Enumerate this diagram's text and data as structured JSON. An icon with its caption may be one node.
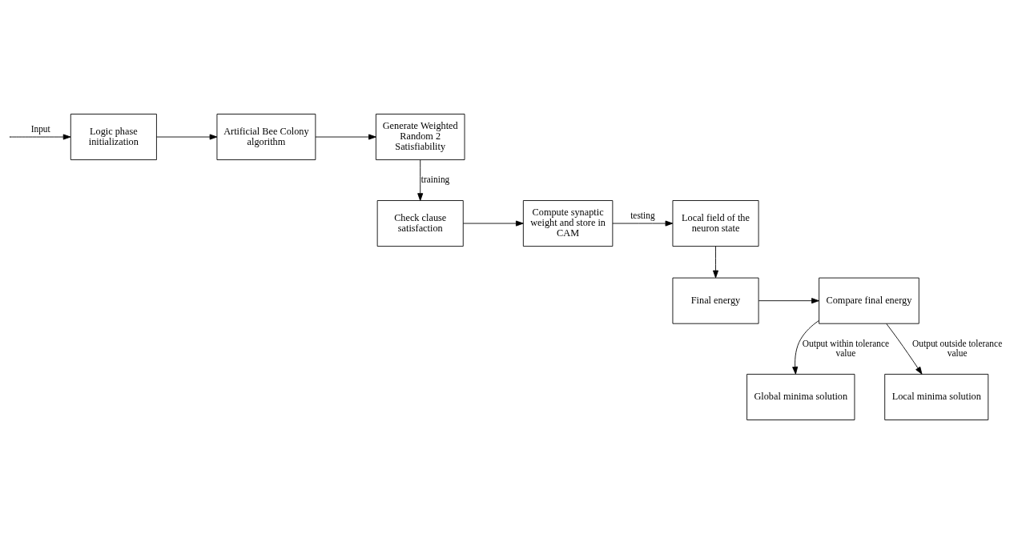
{
  "diagram": {
    "nodes": [
      {
        "text": [
          "Logic phase initialization"
        ]
      },
      {
        "text": [
          "Artificial Bee Colony algorithm"
        ]
      },
      {
        "text": [
          "Generate Weighted Random 2 Satisfiability"
        ]
      },
      {
        "text": [
          "Check clause satisfaction"
        ]
      },
      {
        "text": [
          "Compute synaptic weight and store in CAM"
        ]
      },
      {
        "text": [
          "Local field of the neuron state"
        ]
      },
      {
        "text": [
          "Final energy"
        ]
      },
      {
        "text": [
          "Compare final energy"
        ]
      },
      {
        "text": [
          "Global minima solution"
        ]
      },
      {
        "text": [
          "Local minima solution"
        ]
      }
    ],
    "edges": [
      {
        "from": null,
        "to": 0,
        "arrow": "to",
        "label": "Input"
      },
      {
        "from": 0,
        "to": 1,
        "arrow": "to"
      },
      {
        "from": 1,
        "to": 2,
        "arrow": "to"
      },
      {
        "from": 2,
        "to": 3,
        "arrow": "to",
        "label": "training"
      },
      {
        "from": 3,
        "to": 4,
        "arrow": "to"
      },
      {
        "from": 4,
        "to": 5,
        "arrow": "to",
        "label": "testing"
      },
      {
        "from": 5,
        "to": 6,
        "arrow": "to"
      },
      {
        "from": 6,
        "to": 7,
        "arrow": "to"
      },
      {
        "from": 7,
        "to": 8,
        "arrow": "to",
        "label": "Output within tolerance value"
      },
      {
        "from": 7,
        "to": 9,
        "arrow": "to",
        "label": "Output outside tolerance value"
      }
    ]
  }
}
